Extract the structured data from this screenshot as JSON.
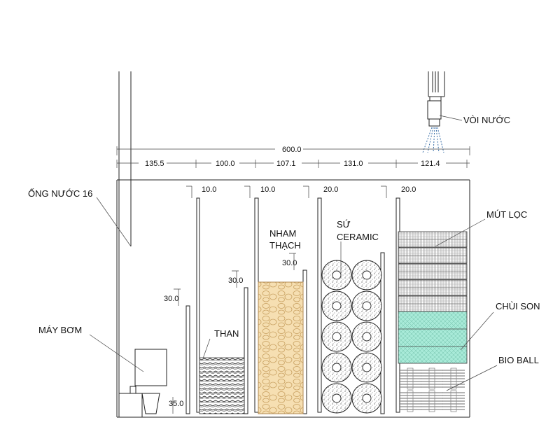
{
  "dimensions": {
    "total": "600.0",
    "segments": [
      "135.5",
      "100.0",
      "107.1",
      "131.0",
      "121.4"
    ],
    "gaps": [
      "10.0",
      "10.0",
      "20.0",
      "20.0"
    ],
    "heights": {
      "pump_outlet": "35.0",
      "wall1": "30.0",
      "wall2": "30.0",
      "wall3": "30.0"
    }
  },
  "labels": {
    "pipe": "ỐNG NƯỚC 16",
    "pump": "MÁY BƠM",
    "faucet": "VÒI NƯỚC",
    "charcoal": "THAN",
    "lava_rock_1": "NHAM",
    "lava_rock_2": "THẠCH",
    "ceramic_1": "SỨ",
    "ceramic_2": "CERAMIC",
    "foam": "MÚT LỌC",
    "scrubber": "CHÙI SON",
    "bio_ball": "BIO BALL"
  },
  "colors": {
    "lava_fill": "#f6dfb2",
    "lava_stroke": "#c8a060",
    "scrubber_fill": "#a8ead8",
    "foam_fill": "#d8d8d8",
    "line": "#222222"
  }
}
